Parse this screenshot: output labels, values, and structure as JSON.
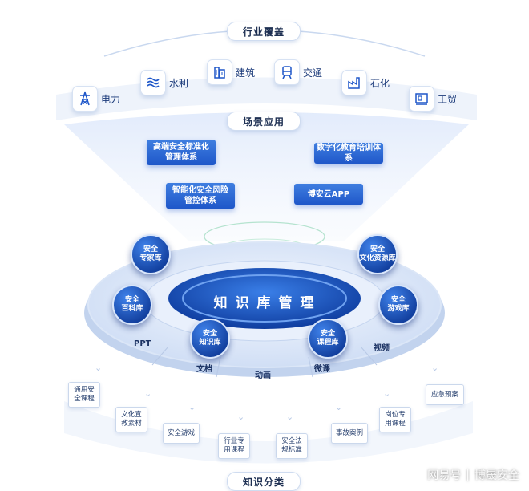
{
  "sections": {
    "industry": "行业覆盖",
    "scenario": "场景应用",
    "knowledge": "知识分类"
  },
  "industries": [
    {
      "label": "电力",
      "icon": "power-tower-icon"
    },
    {
      "label": "水利",
      "icon": "water-waves-icon"
    },
    {
      "label": "建筑",
      "icon": "building-icon"
    },
    {
      "label": "交通",
      "icon": "train-icon"
    },
    {
      "label": "石化",
      "icon": "factory-icon"
    },
    {
      "label": "工贸",
      "icon": "trade-icon"
    }
  ],
  "scenarios": [
    "高端安全标准化\n管理体系",
    "数字化教育培训体系",
    "智能化安全风险\n管控体系",
    "博安云APP"
  ],
  "core": "知 识 库 管 理",
  "nodes": [
    "安全\n专家库",
    "安全\n文化资源库",
    "安全\n百科库",
    "安全\n游戏库",
    "安全\n知识库",
    "安全\n课程库"
  ],
  "ring_labels": [
    "PPT",
    "视频",
    "文档",
    "动画",
    "微课"
  ],
  "categories": [
    "通用安\n全课程",
    "文化宣\n教素材",
    "安全游戏",
    "行业专\n用课程",
    "安全法\n规标准",
    "事故案例",
    "岗位专\n用课程",
    "应急预案"
  ],
  "watermark": {
    "left": "网易号",
    "right": "博晟安全"
  },
  "colors": {
    "primary": "#1f57c9",
    "dark": "#123f9e",
    "light": "#e8f0fc"
  }
}
